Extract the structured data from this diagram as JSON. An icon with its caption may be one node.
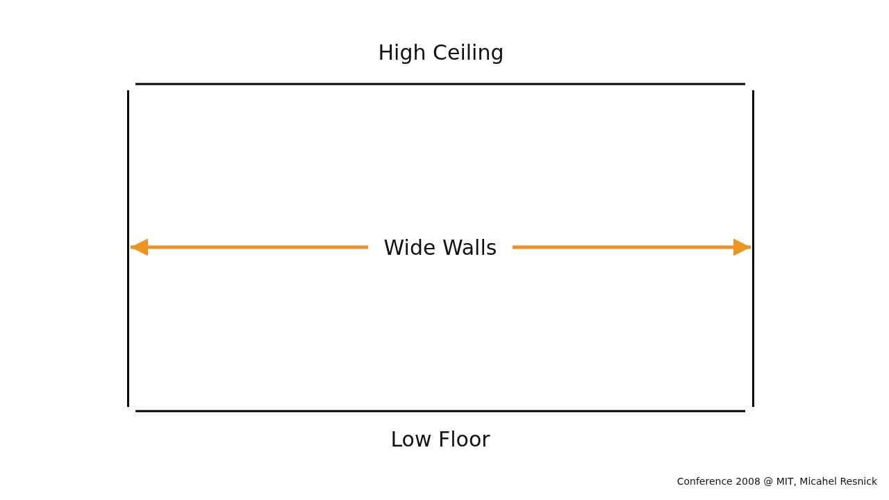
{
  "diagram": {
    "nodes": [
      {
        "text": [
          "Wide Walls"
        ]
      },
      {
        "text": [],
        "shape": "bar"
      },
      {
        "text": [],
        "shape": "bar"
      }
    ],
    "edges": [
      {
        "from": 0,
        "to": 1,
        "arrow": "to"
      },
      {
        "from": 0,
        "to": 2,
        "arrow": "to"
      }
    ],
    "labels": [
      "High Ceiling",
      "Low Floor",
      "Conference 2008 @ MIT, Micahel Resnick"
    ]
  }
}
